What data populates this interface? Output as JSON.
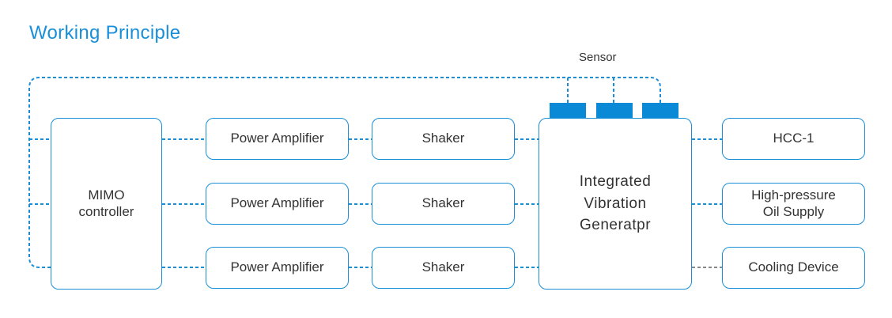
{
  "title": "Working Principle",
  "sensor_label": "Sensor",
  "controller": "MIMO controller",
  "power_amplifiers": [
    "Power Amplifier",
    "Power Amplifier",
    "Power Amplifier"
  ],
  "shakers": [
    "Shaker",
    "Shaker",
    "Shaker"
  ],
  "generator": {
    "line1": "Integrated",
    "line2": "Vibration",
    "line3": "Generatpr"
  },
  "outputs": [
    "HCC-1",
    "High-pressure Oil Supply",
    "Cooling Device"
  ],
  "colors": {
    "accent": "#1a8fd8",
    "sensor": "#0a8ad6",
    "gray_link": "#888888"
  }
}
